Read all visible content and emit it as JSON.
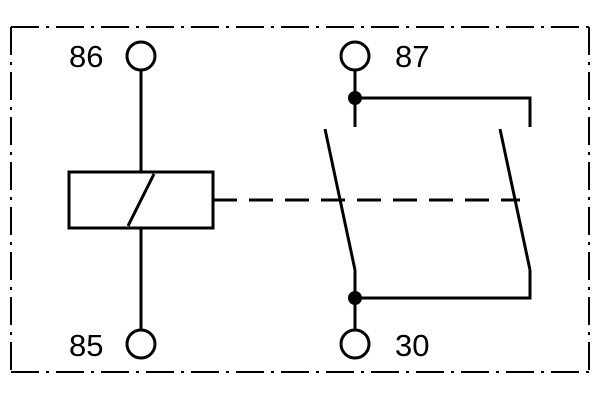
{
  "terminals": {
    "t86": "86",
    "t85": "85",
    "t87": "87",
    "t30": "30"
  },
  "colors": {
    "line": "#000000",
    "background": "#ffffff"
  }
}
